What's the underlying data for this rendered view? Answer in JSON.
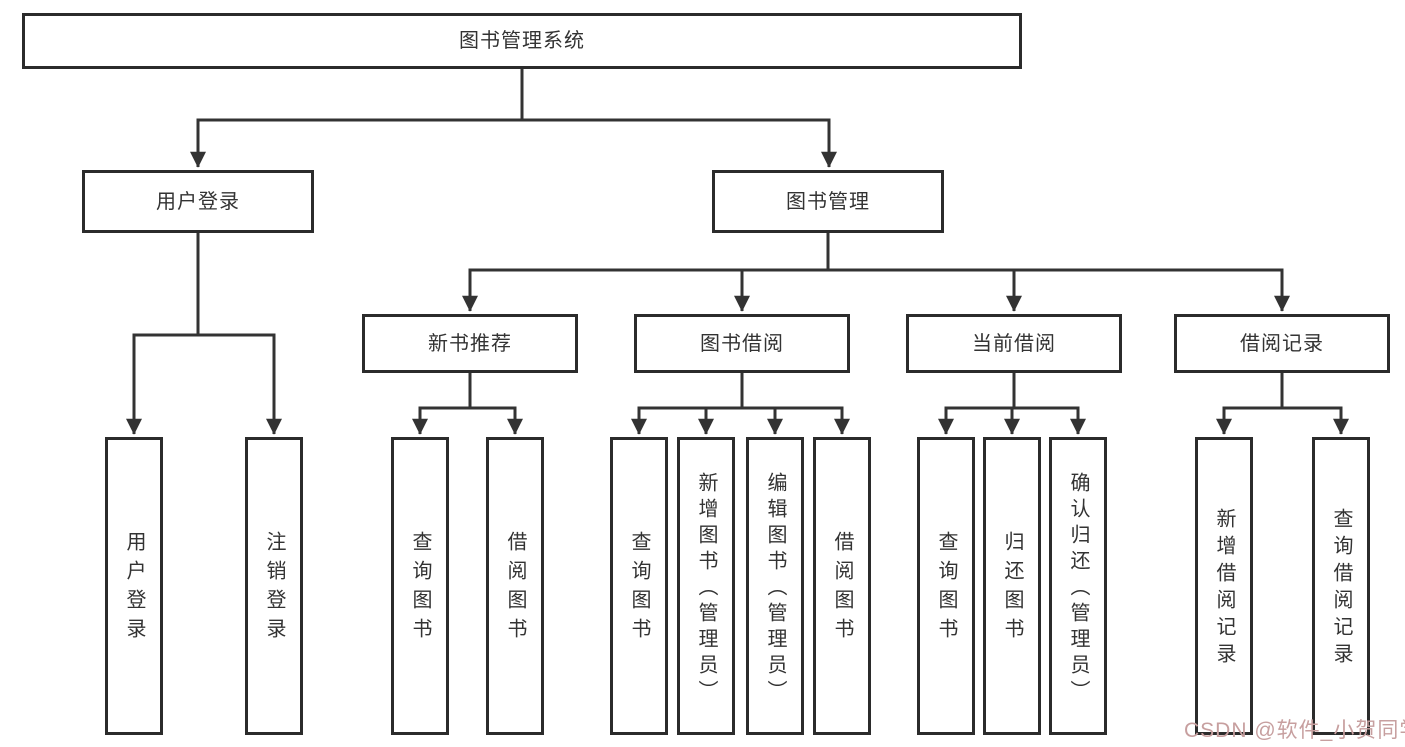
{
  "diagram_title": "图书管理系统",
  "tree": {
    "label": "图书管理系统",
    "children": [
      {
        "label": "用户登录",
        "children": [
          {
            "label": "用户登录"
          },
          {
            "label": "注销登录"
          }
        ]
      },
      {
        "label": "图书管理",
        "children": [
          {
            "label": "新书推荐",
            "children": [
              {
                "label": "查询图书"
              },
              {
                "label": "借阅图书"
              }
            ]
          },
          {
            "label": "图书借阅",
            "children": [
              {
                "label": "查询图书"
              },
              {
                "label": "新增图书（管理员）"
              },
              {
                "label": "编辑图书（管理员）"
              },
              {
                "label": "借阅图书"
              }
            ]
          },
          {
            "label": "当前借阅",
            "children": [
              {
                "label": "查询图书"
              },
              {
                "label": "归还图书"
              },
              {
                "label": "确认归还（管理员）"
              }
            ]
          },
          {
            "label": "借阅记录",
            "children": [
              {
                "label": "新增借阅记录"
              },
              {
                "label": "查询借阅记录"
              }
            ]
          }
        ]
      }
    ]
  },
  "watermark": {
    "text": "CSDN @软件_小贺同学"
  },
  "colors": {
    "box_border": "#2b2b2b",
    "connector_line": "#333333",
    "text": "#333333",
    "watermark_text": "#c79f9f",
    "background": "#ffffff"
  }
}
